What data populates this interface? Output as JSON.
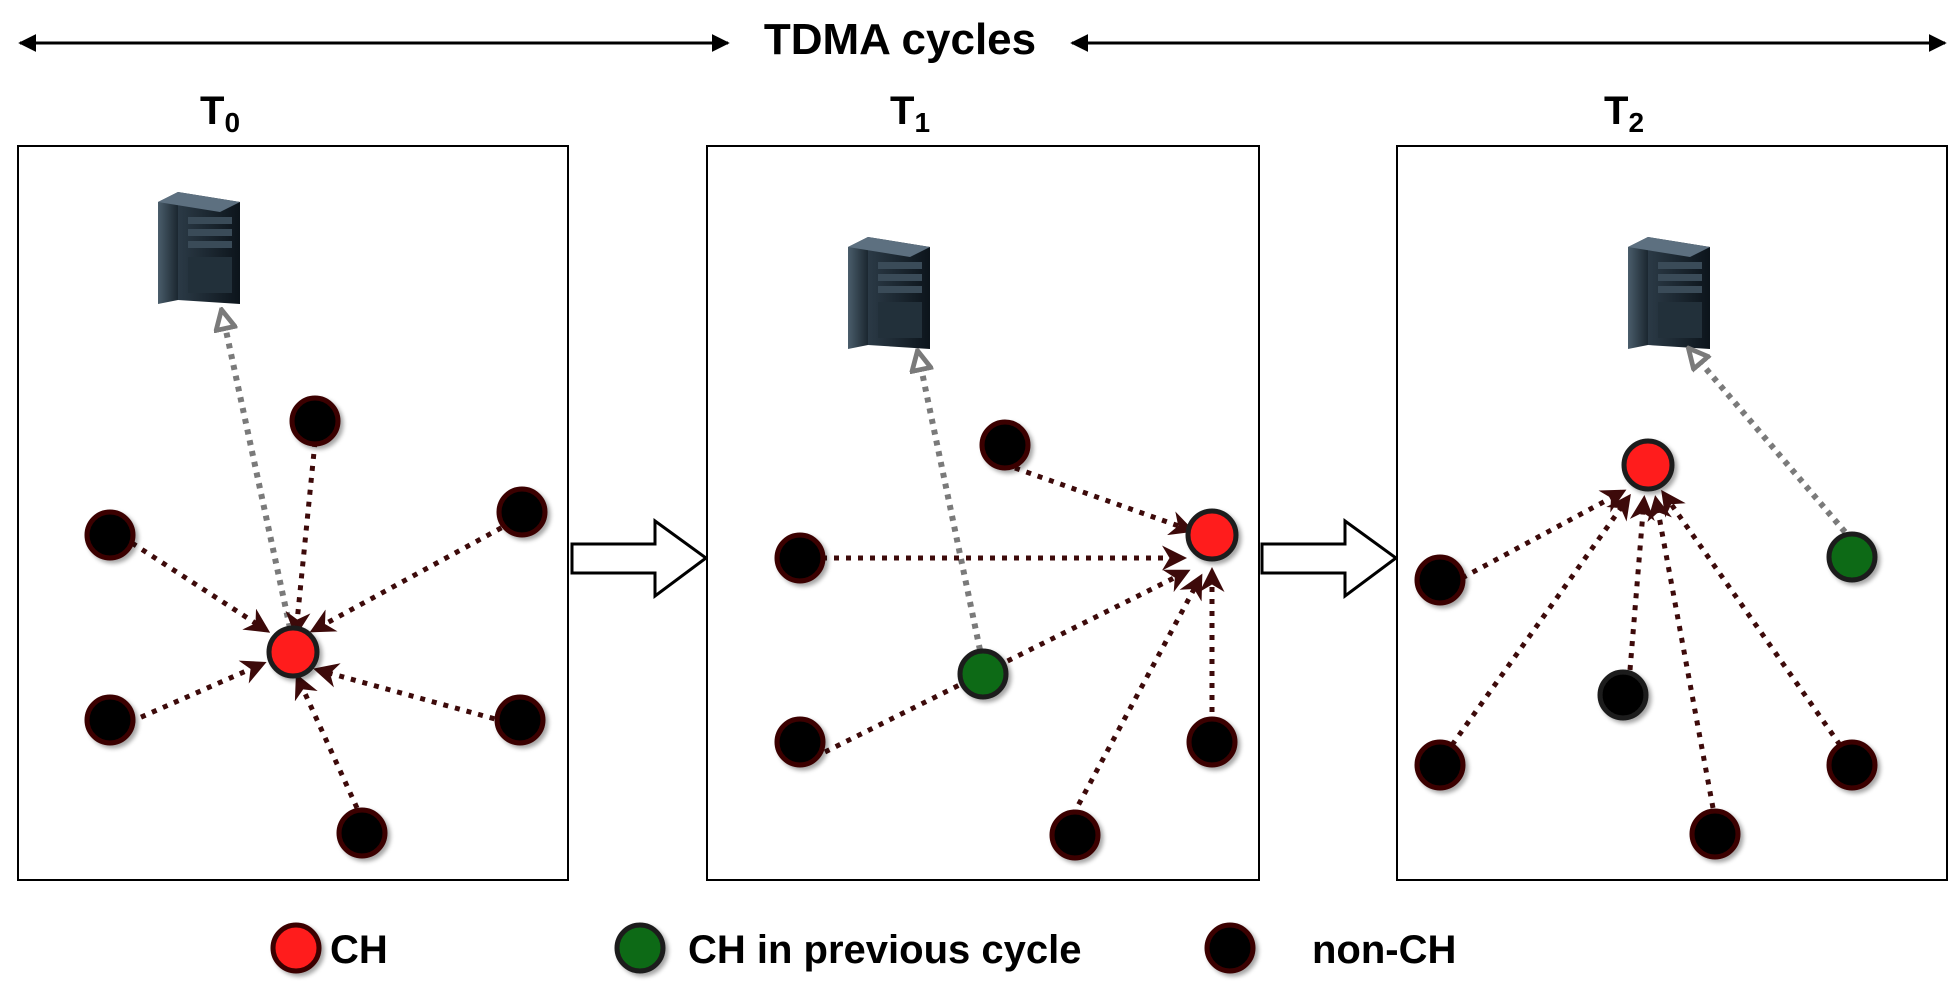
{
  "title": "TDMA cycles",
  "colors": {
    "ch": "#ff1a1a",
    "prev_ch": "#0b6b12",
    "non_ch": "#050505",
    "node_stroke": "#3a0606",
    "link": "#3d0a0a",
    "server_link": "#7a7a7a"
  },
  "panels": [
    {
      "label_main": "T",
      "label_sub": "0"
    },
    {
      "label_main": "T",
      "label_sub": "1"
    },
    {
      "label_main": "T",
      "label_sub": "2"
    }
  ],
  "legend": {
    "ch": "CH",
    "prev_ch": "CH in previous cycle",
    "non_ch": "non-CH"
  },
  "icons": {
    "server": "server-tower-icon",
    "transition": "outline-arrow-right-icon"
  }
}
